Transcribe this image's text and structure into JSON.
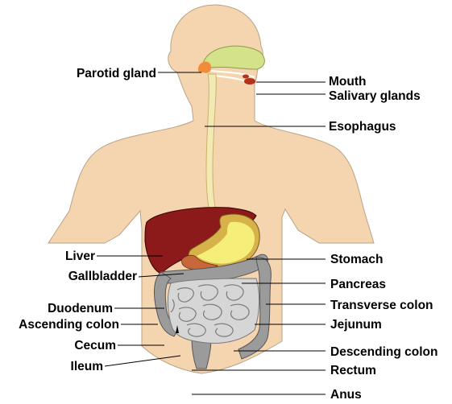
{
  "diagram": {
    "labels": {
      "parotid_gland": "Parotid gland",
      "mouth": "Mouth",
      "salivary_glands": "Salivary glands",
      "esophagus": "Esophagus",
      "liver": "Liver",
      "gallbladder": "Gallbladder",
      "duodenum": "Duodenum",
      "ascending_colon": "Ascending colon",
      "cecum": "Cecum",
      "ileum": "Ileum",
      "stomach": "Stomach",
      "pancreas": "Pancreas",
      "transverse_colon": "Transverse colon",
      "jejunum": "Jejunum",
      "descending_colon": "Descending colon",
      "rectum": "Rectum",
      "anus": "Anus"
    },
    "colors": {
      "skin": "#f5d5b0",
      "skin_outline": "#b9a287",
      "esophagus": "#f2e9b4",
      "liver": "#8c1a1a",
      "stomach": "#f5ef7a",
      "stomach_rim": "#d7b24a",
      "pancreas": "#c8683a",
      "intestine": "#c9c9c9",
      "intestine_outline": "#7a7a7a",
      "colon": "#9b9b9b",
      "tongue": "#d4e28a",
      "parotid": "#f08c3a",
      "salivary": "#b0331a"
    }
  }
}
